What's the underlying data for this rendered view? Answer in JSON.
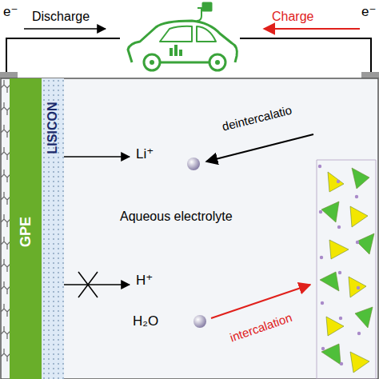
{
  "diagram": {
    "nodes": [
      {
        "text": [
          "GPE"
        ]
      },
      {
        "text": [
          "LISICON"
        ]
      }
    ],
    "labels": [
      "e⁻",
      "Discharge",
      "Charge",
      "e⁻",
      "Li⁺",
      "deintercalatio",
      "Aqueous electrolyte",
      "H⁺",
      "H₂O",
      "intercalation"
    ]
  }
}
